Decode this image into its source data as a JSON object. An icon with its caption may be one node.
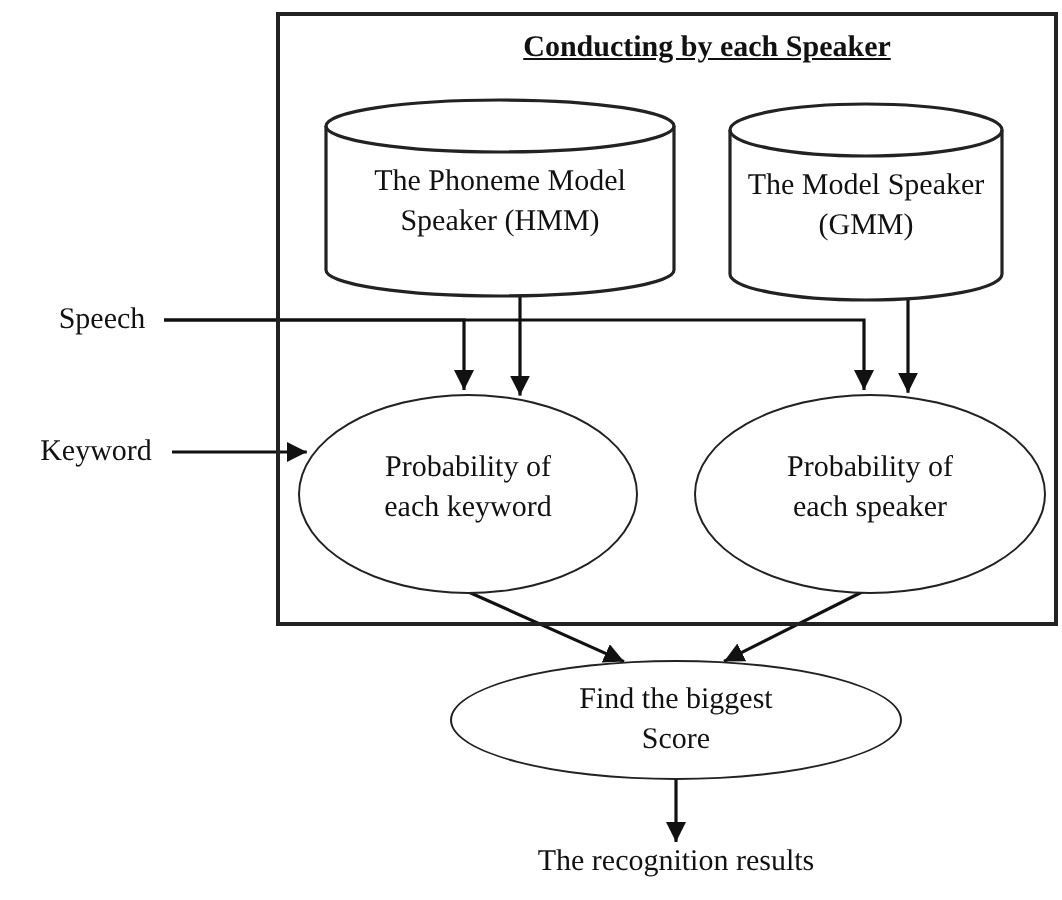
{
  "diagram": {
    "nodes": [
      {
        "text": [
          "Conducting by each Speaker"
        ]
      },
      {
        "text": [
          "The Phoneme Model Speaker (HMM)"
        ],
        "in": 0
      },
      {
        "text": [
          "The Model Speaker (GMM)"
        ],
        "in": 0
      },
      {
        "text": [
          "Speech"
        ]
      },
      {
        "text": [
          "Keyword"
        ]
      },
      {
        "text": [
          "Probability of each keyword"
        ],
        "in": 0
      },
      {
        "text": [
          "Probability of each speaker"
        ],
        "in": 0
      },
      {
        "text": [
          "Find the biggest Score"
        ]
      },
      {
        "text": [
          "The recognition results"
        ]
      }
    ],
    "edges": [
      {
        "from": 3,
        "to": 5,
        "arrow": "to"
      },
      {
        "from": 1,
        "to": 5,
        "arrow": "to"
      },
      {
        "from": 3,
        "to": 6,
        "arrow": "to"
      },
      {
        "from": 2,
        "to": 6,
        "arrow": "to"
      },
      {
        "from": 4,
        "to": 5,
        "arrow": "to"
      },
      {
        "from": 5,
        "to": 7,
        "arrow": "to"
      },
      {
        "from": 6,
        "to": 7,
        "arrow": "to"
      },
      {
        "from": 7,
        "to": 8,
        "arrow": "to"
      }
    ]
  }
}
